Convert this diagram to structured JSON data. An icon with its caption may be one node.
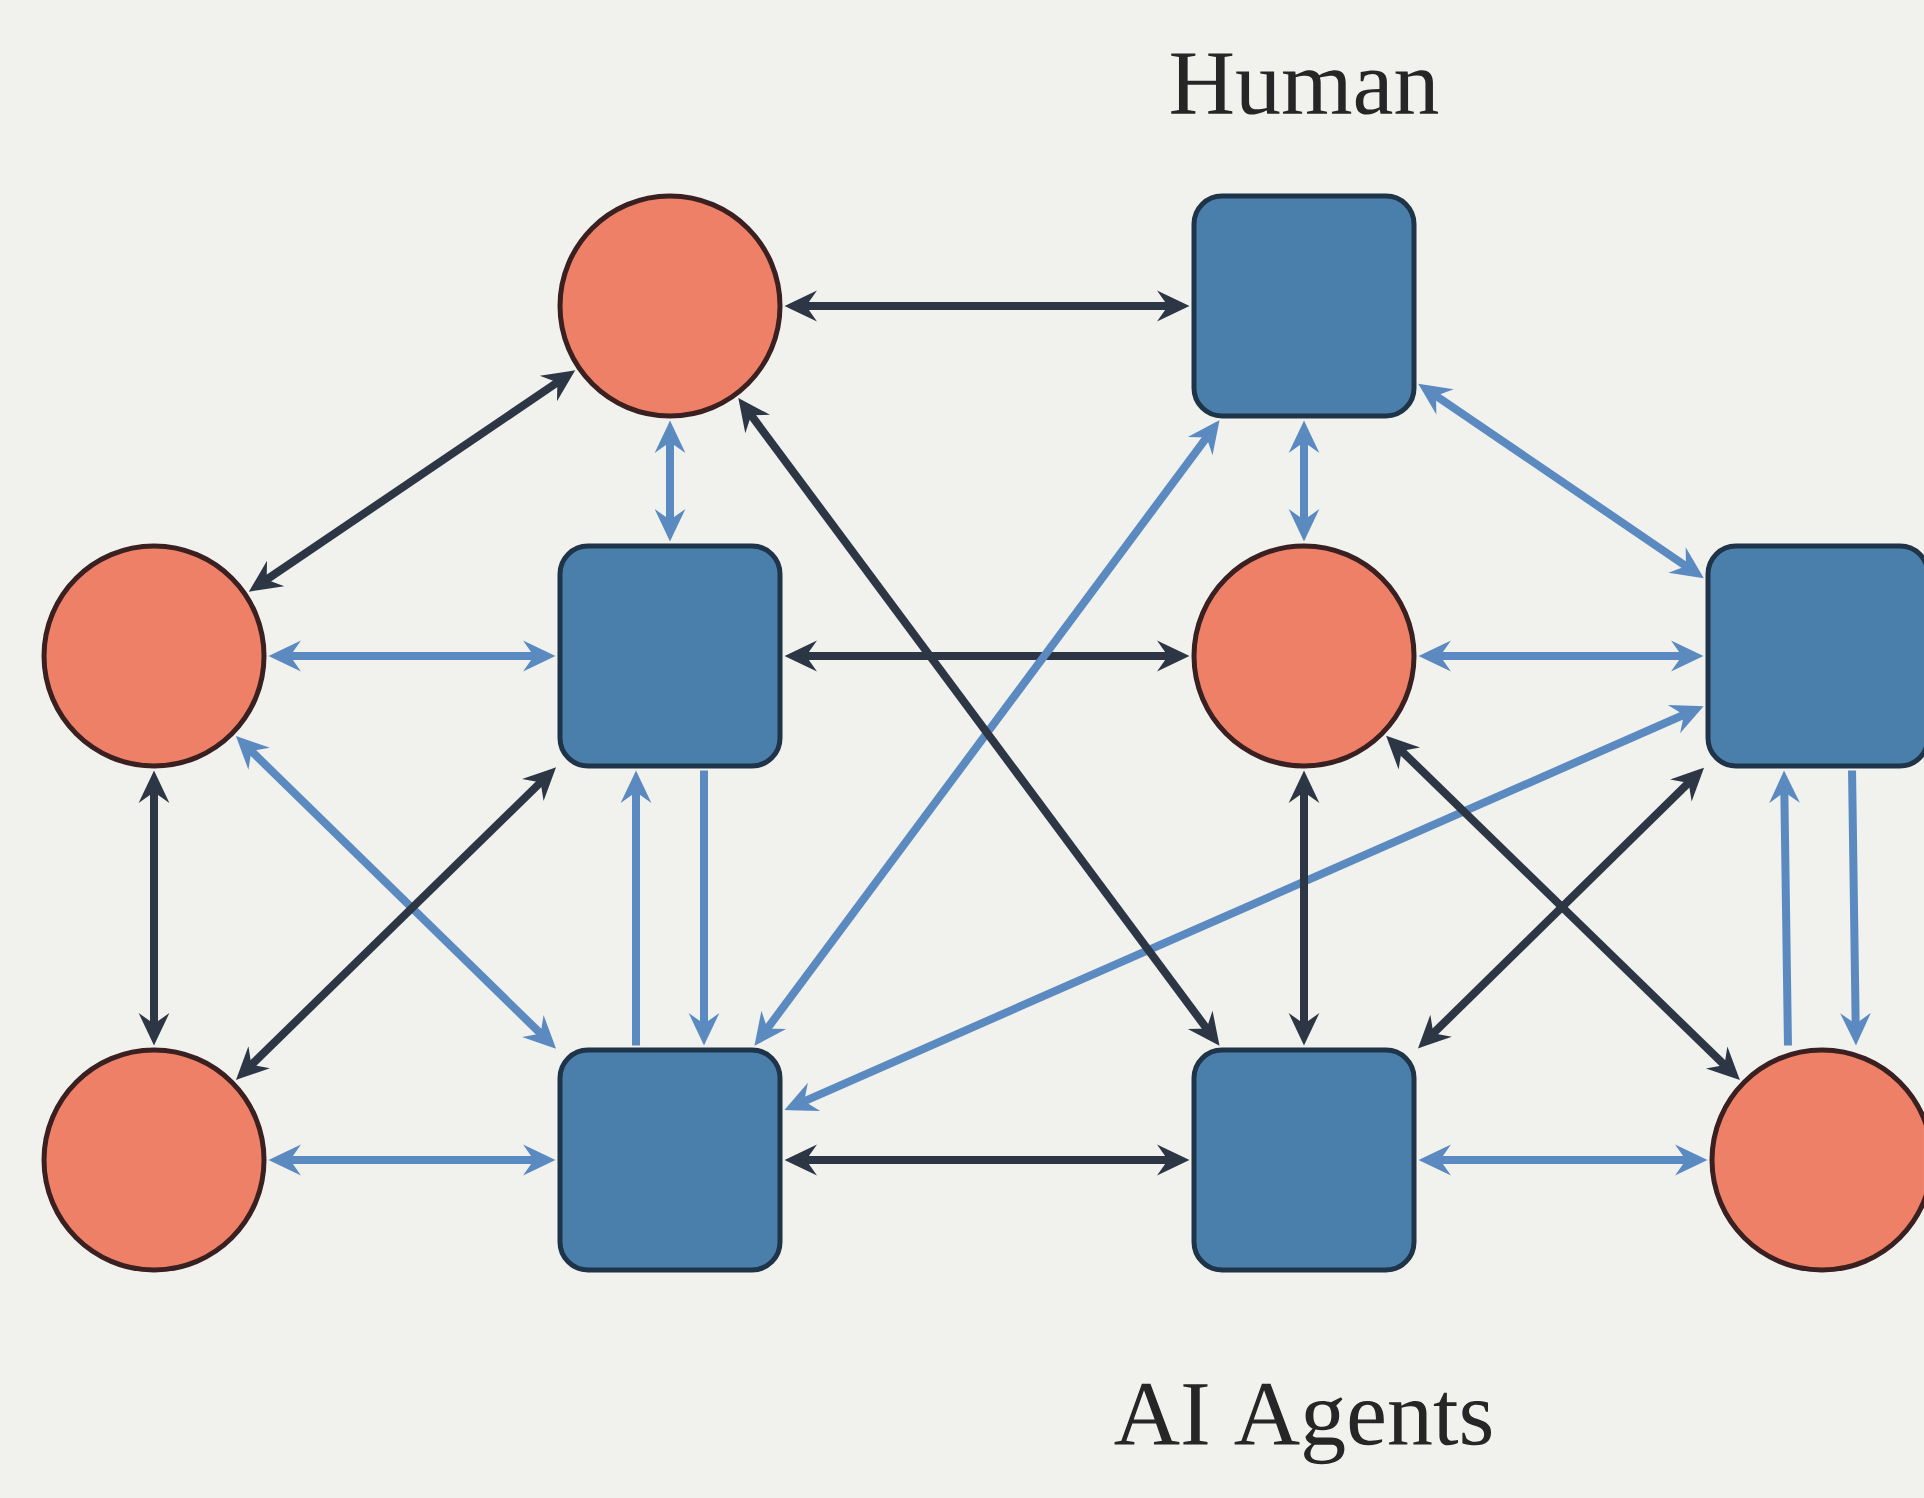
{
  "diagram": {
    "nodes": [
      {
        "text": [],
        "shape": "circle"
      },
      {
        "text": [],
        "shape": "box"
      },
      {
        "text": [],
        "shape": "circle"
      },
      {
        "text": [],
        "shape": "box"
      },
      {
        "text": [],
        "shape": "circle"
      },
      {
        "text": [],
        "shape": "box"
      },
      {
        "text": [],
        "shape": "circle"
      },
      {
        "text": [],
        "shape": "box"
      },
      {
        "text": [],
        "shape": "box"
      },
      {
        "text": [],
        "shape": "circle"
      }
    ],
    "edges": [
      {
        "from": 0,
        "to": 1,
        "arrow": "both",
        "color": "#2c3644"
      },
      {
        "from": 0,
        "to": 2,
        "arrow": "both",
        "color": "#2c3644"
      },
      {
        "from": 0,
        "to": 3,
        "arrow": "both"
      },
      {
        "from": 1,
        "to": 4,
        "arrow": "both"
      },
      {
        "from": 1,
        "to": 5,
        "arrow": "both"
      },
      {
        "from": 2,
        "to": 3,
        "arrow": "both"
      },
      {
        "from": 3,
        "to": 4,
        "arrow": "both",
        "color": "#2c3644"
      },
      {
        "from": 4,
        "to": 5,
        "arrow": "both"
      },
      {
        "from": 2,
        "to": 6,
        "arrow": "both",
        "color": "#2c3644"
      },
      {
        "from": 2,
        "to": 7,
        "arrow": "both"
      },
      {
        "from": 6,
        "to": 3,
        "arrow": "both",
        "color": "#2c3644"
      },
      {
        "from": 7,
        "to": 3,
        "arrow": "to"
      },
      {
        "from": 3,
        "to": 7,
        "arrow": "to"
      },
      {
        "from": 7,
        "to": 1,
        "arrow": "both"
      },
      {
        "from": 7,
        "to": 5,
        "arrow": "both"
      },
      {
        "from": 0,
        "to": 8,
        "arrow": "both",
        "color": "#2c3644"
      },
      {
        "from": 6,
        "to": 7,
        "arrow": "both"
      },
      {
        "from": 7,
        "to": 8,
        "arrow": "both",
        "color": "#2c3644"
      },
      {
        "from": 8,
        "to": 9,
        "arrow": "both"
      },
      {
        "from": 4,
        "to": 8,
        "arrow": "both",
        "color": "#2c3644"
      },
      {
        "from": 4,
        "to": 9,
        "arrow": "both",
        "color": "#2c3644"
      },
      {
        "from": 8,
        "to": 5,
        "arrow": "both",
        "color": "#2c3644"
      },
      {
        "from": 9,
        "to": 5,
        "arrow": "to"
      },
      {
        "from": 5,
        "to": 9,
        "arrow": "to"
      }
    ],
    "labels": [
      "Human",
      "AI Agents"
    ]
  }
}
